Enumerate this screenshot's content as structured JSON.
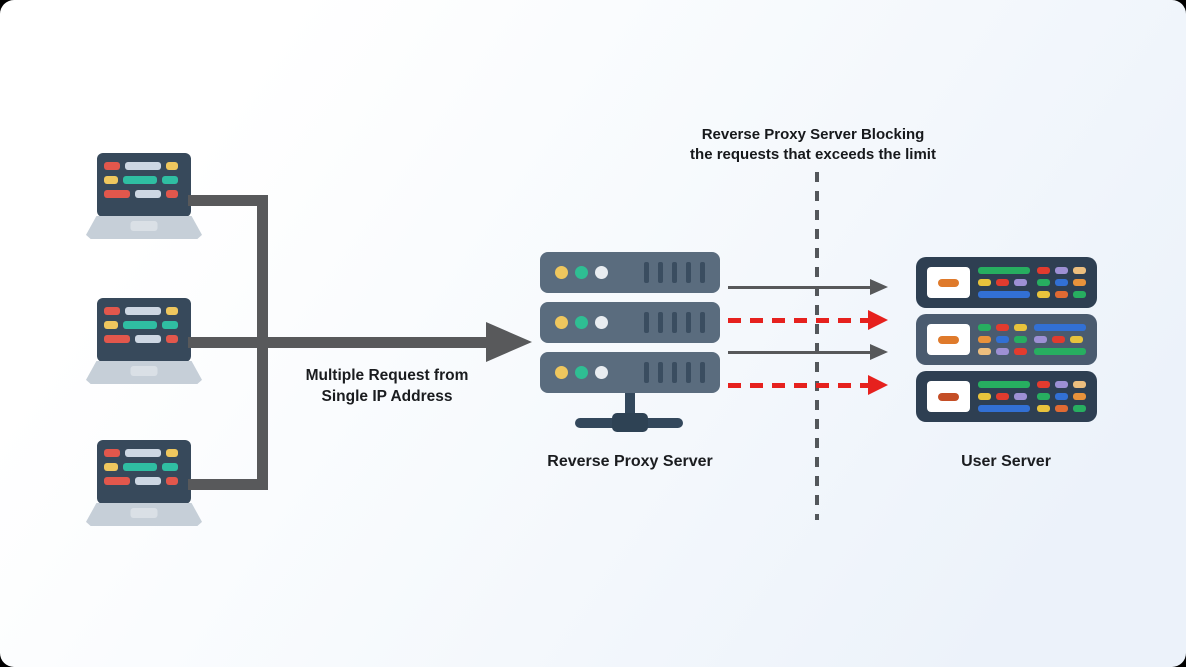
{
  "annotation": {
    "line1": "Reverse Proxy Server Blocking",
    "line2": "the requests that exceeds the limit"
  },
  "request_label": {
    "line1": "Multiple Request from",
    "line2": "Single IP Address"
  },
  "reverse_proxy": {
    "label": "Reverse Proxy Server",
    "unit_count": 3
  },
  "user_server": {
    "label": "User Server",
    "unit_count": 3
  },
  "clients": {
    "count": 3
  },
  "flows": [
    {
      "type": "allowed"
    },
    {
      "type": "blocked"
    },
    {
      "type": "allowed"
    },
    {
      "type": "blocked"
    }
  ],
  "colors": {
    "connector_gray": "#58595B",
    "allowed_arrow": "#57585A",
    "blocked_arrow": "#E6211E",
    "dashed_divider": "#53575B",
    "laptop_screen": "#37495B",
    "proxy_unit": "#5A6C7E",
    "user_unit_dark": "#2E3F52",
    "user_unit_light": "#4A5B6F",
    "background_tint": "#EDF2FA"
  }
}
